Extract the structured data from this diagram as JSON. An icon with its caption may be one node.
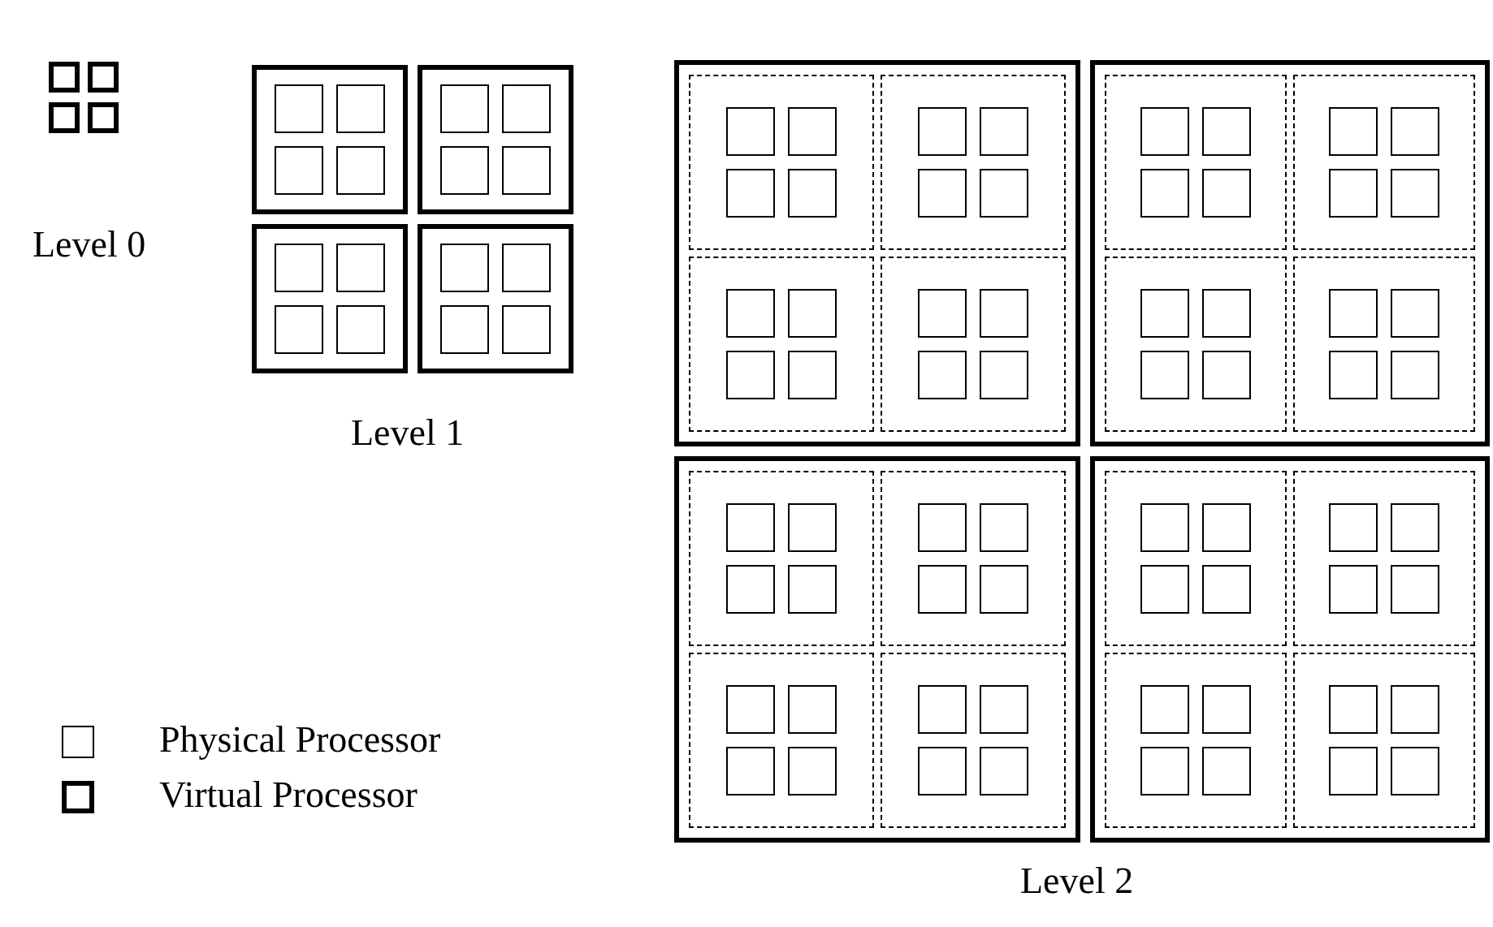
{
  "diagram": {
    "nodes": [
      {
        "text": [],
        "shape": "box"
      },
      {
        "text": [],
        "shape": "box"
      },
      {
        "text": [],
        "shape": "box"
      },
      {
        "text": [],
        "shape": "box"
      },
      {
        "text": [],
        "shape": "box"
      },
      {
        "text": [],
        "shape": "box",
        "in": 4
      },
      {
        "text": [],
        "shape": "box",
        "in": 4
      },
      {
        "text": [],
        "shape": "box",
        "in": 4
      },
      {
        "text": [],
        "shape": "box",
        "in": 4
      },
      {
        "text": [],
        "shape": "box"
      },
      {
        "text": [],
        "shape": "box",
        "in": 9
      },
      {
        "text": [],
        "shape": "box",
        "in": 9
      },
      {
        "text": [],
        "shape": "box",
        "in": 9
      },
      {
        "text": [],
        "shape": "box",
        "in": 9
      },
      {
        "text": [],
        "shape": "box"
      },
      {
        "text": [],
        "shape": "box",
        "in": 14
      },
      {
        "text": [],
        "shape": "box",
        "in": 14
      },
      {
        "text": [],
        "shape": "box",
        "in": 14
      },
      {
        "text": [],
        "shape": "box",
        "in": 14
      },
      {
        "text": [],
        "shape": "box"
      },
      {
        "text": [],
        "shape": "box",
        "in": 19
      },
      {
        "text": [],
        "shape": "box",
        "in": 19
      },
      {
        "text": [],
        "shape": "box",
        "in": 19
      },
      {
        "text": [],
        "shape": "box",
        "in": 19
      },
      {
        "text": [],
        "shape": "box"
      },
      {
        "text": [],
        "shape": "box",
        "in": 24
      },
      {
        "text": [],
        "shape": "box",
        "in": 25
      },
      {
        "text": [],
        "shape": "box",
        "in": 25
      },
      {
        "text": [],
        "shape": "box",
        "in": 25
      },
      {
        "text": [],
        "shape": "box",
        "in": 25
      },
      {
        "text": [],
        "shape": "box",
        "in": 24
      },
      {
        "text": [],
        "shape": "box",
        "in": 30
      },
      {
        "text": [],
        "shape": "box",
        "in": 30
      },
      {
        "text": [],
        "shape": "box",
        "in": 30
      },
      {
        "text": [],
        "shape": "box",
        "in": 30
      },
      {
        "text": [],
        "shape": "box",
        "in": 24
      },
      {
        "text": [],
        "shape": "box",
        "in": 35
      },
      {
        "text": [],
        "shape": "box",
        "in": 35
      },
      {
        "text": [],
        "shape": "box",
        "in": 35
      },
      {
        "text": [],
        "shape": "box",
        "in": 35
      },
      {
        "text": [],
        "shape": "box",
        "in": 24
      },
      {
        "text": [],
        "shape": "box",
        "in": 40
      },
      {
        "text": [],
        "shape": "box",
        "in": 40
      },
      {
        "text": [],
        "shape": "box",
        "in": 40
      },
      {
        "text": [],
        "shape": "box",
        "in": 40
      },
      {
        "text": [],
        "shape": "box"
      },
      {
        "text": [],
        "shape": "box",
        "in": 45
      },
      {
        "text": [],
        "shape": "box",
        "in": 46
      },
      {
        "text": [],
        "shape": "box",
        "in": 46
      },
      {
        "text": [],
        "shape": "box",
        "in": 46
      },
      {
        "text": [],
        "shape": "box",
        "in": 46
      },
      {
        "text": [],
        "shape": "box",
        "in": 45
      },
      {
        "text": [],
        "shape": "box",
        "in": 51
      },
      {
        "text": [],
        "shape": "box",
        "in": 51
      },
      {
        "text": [],
        "shape": "box",
        "in": 51
      },
      {
        "text": [],
        "shape": "box",
        "in": 51
      },
      {
        "text": [],
        "shape": "box",
        "in": 45
      },
      {
        "text": [],
        "shape": "box",
        "in": 56
      },
      {
        "text": [],
        "shape": "box",
        "in": 56
      },
      {
        "text": [],
        "shape": "box",
        "in": 56
      },
      {
        "text": [],
        "shape": "box",
        "in": 56
      },
      {
        "text": [],
        "shape": "box",
        "in": 45
      },
      {
        "text": [],
        "shape": "box",
        "in": 61
      },
      {
        "text": [],
        "shape": "box",
        "in": 61
      },
      {
        "text": [],
        "shape": "box",
        "in": 61
      },
      {
        "text": [],
        "shape": "box",
        "in": 61
      },
      {
        "text": [],
        "shape": "box"
      },
      {
        "text": [],
        "shape": "box",
        "in": 66
      },
      {
        "text": [],
        "shape": "box",
        "in": 67
      },
      {
        "text": [],
        "shape": "box",
        "in": 67
      },
      {
        "text": [],
        "shape": "box",
        "in": 67
      },
      {
        "text": [],
        "shape": "box",
        "in": 67
      },
      {
        "text": [],
        "shape": "box",
        "in": 66
      },
      {
        "text": [],
        "shape": "box",
        "in": 72
      },
      {
        "text": [],
        "shape": "box",
        "in": 72
      },
      {
        "text": [],
        "shape": "box",
        "in": 72
      },
      {
        "text": [],
        "shape": "box",
        "in": 72
      },
      {
        "text": [],
        "shape": "box",
        "in": 66
      },
      {
        "text": [],
        "shape": "box",
        "in": 77
      },
      {
        "text": [],
        "shape": "box",
        "in": 77
      },
      {
        "text": [],
        "shape": "box",
        "in": 77
      },
      {
        "text": [],
        "shape": "box",
        "in": 77
      },
      {
        "text": [],
        "shape": "box",
        "in": 66
      },
      {
        "text": [],
        "shape": "box",
        "in": 82
      },
      {
        "text": [],
        "shape": "box",
        "in": 82
      },
      {
        "text": [],
        "shape": "box",
        "in": 82
      },
      {
        "text": [],
        "shape": "box",
        "in": 82
      },
      {
        "text": [],
        "shape": "box"
      },
      {
        "text": [],
        "shape": "box",
        "in": 87
      },
      {
        "text": [],
        "shape": "box",
        "in": 88
      },
      {
        "text": [],
        "shape": "box",
        "in": 88
      },
      {
        "text": [],
        "shape": "box",
        "in": 88
      },
      {
        "text": [],
        "shape": "box",
        "in": 88
      },
      {
        "text": [],
        "shape": "box",
        "in": 87
      },
      {
        "text": [],
        "shape": "box",
        "in": 93
      },
      {
        "text": [],
        "shape": "box",
        "in": 93
      },
      {
        "text": [],
        "shape": "box",
        "in": 93
      },
      {
        "text": [],
        "shape": "box",
        "in": 93
      },
      {
        "text": [],
        "shape": "box",
        "in": 87
      },
      {
        "text": [],
        "shape": "box",
        "in": 98
      },
      {
        "text": [],
        "shape": "box",
        "in": 98
      },
      {
        "text": [],
        "shape": "box",
        "in": 98
      },
      {
        "text": [],
        "shape": "box",
        "in": 98
      },
      {
        "text": [],
        "shape": "box",
        "in": 87
      },
      {
        "text": [],
        "shape": "box",
        "in": 103
      },
      {
        "text": [],
        "shape": "box",
        "in": 103
      },
      {
        "text": [],
        "shape": "box",
        "in": 103
      },
      {
        "text": [],
        "shape": "box",
        "in": 103
      }
    ],
    "labels": [
      "Level 0",
      "Level 1",
      "Level 2"
    ],
    "legend": [
      {
        "text": "Physical Processor"
      },
      {
        "text": "Virtual Processor"
      }
    ]
  }
}
